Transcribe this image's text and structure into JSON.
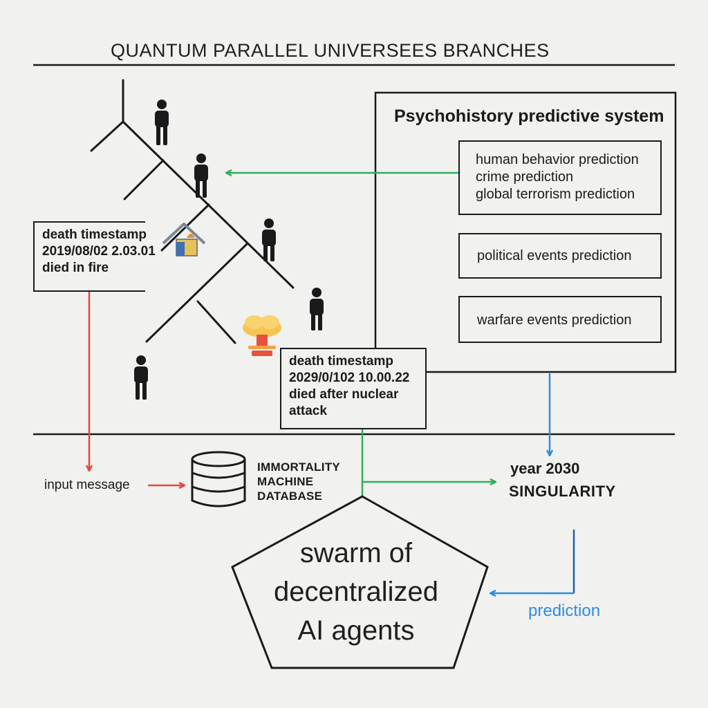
{
  "title": "QUANTUM PARALLEL UNIVERSEES BRANCHES",
  "death_box_fire": {
    "line1": "death timestamp",
    "line2": "2019/08/02 2.03.01",
    "line3": "died in fire"
  },
  "death_box_nuclear": {
    "line1": "death timestamp",
    "line2": "2029/0/102 10.00.22",
    "line3": "died after nuclear",
    "line4": "attack"
  },
  "psychohistory": {
    "title": "Psychohistory predictive system",
    "box1": [
      "human behavior prediction",
      "crime prediction",
      "global terrorism prediction"
    ],
    "box2": "political events prediction",
    "box3": "warfare events prediction"
  },
  "database": {
    "line1": "IMMORTALITY",
    "line2": "MACHINE",
    "line3": "DATABASE"
  },
  "input_message": "input message",
  "singularity": {
    "year": "year 2030",
    "label": "SINGULARITY"
  },
  "prediction_label": "prediction",
  "swarm": {
    "line1": "swarm of",
    "line2": "decentralized",
    "line3": "AI agents"
  },
  "colors": {
    "red_arrow": "#e8453c",
    "green_arrow": "#2fae5a",
    "blue_arrow": "#2b8ee0",
    "dark_blue_arrow": "#1f5fa8",
    "ink": "#1a1a1a"
  },
  "icons": [
    "person-icon",
    "burning-house-icon",
    "nuclear-explosion-icon",
    "database-cylinder-icon"
  ]
}
